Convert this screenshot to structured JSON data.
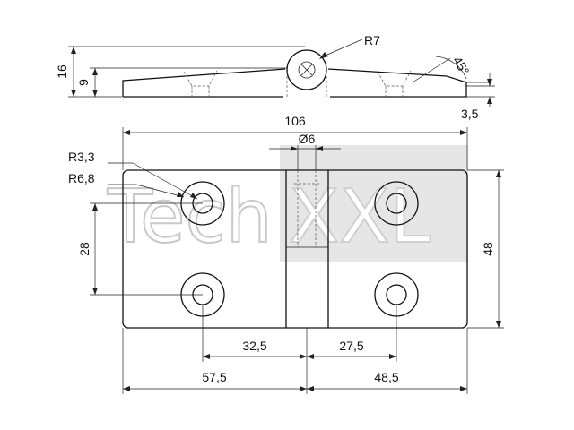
{
  "watermark": {
    "brand_left": "Tech",
    "brand_right": "XXL"
  },
  "dimensions": {
    "pin_radius": "R7",
    "height_total": "16",
    "height_leaf": "9",
    "angle": "45°",
    "thickness": "3,5",
    "overall_length": "106",
    "pin_diameter": "Ø6",
    "hole_radius_inner": "R3,3",
    "hole_radius_outer": "R6,8",
    "hole_spacing_vertical": "28",
    "overall_width": "48",
    "hole_offset_left_inner": "32,5",
    "hole_offset_right_inner": "27,5",
    "hole_offset_left_outer": "57,5",
    "hole_offset_right_outer": "48,5"
  }
}
